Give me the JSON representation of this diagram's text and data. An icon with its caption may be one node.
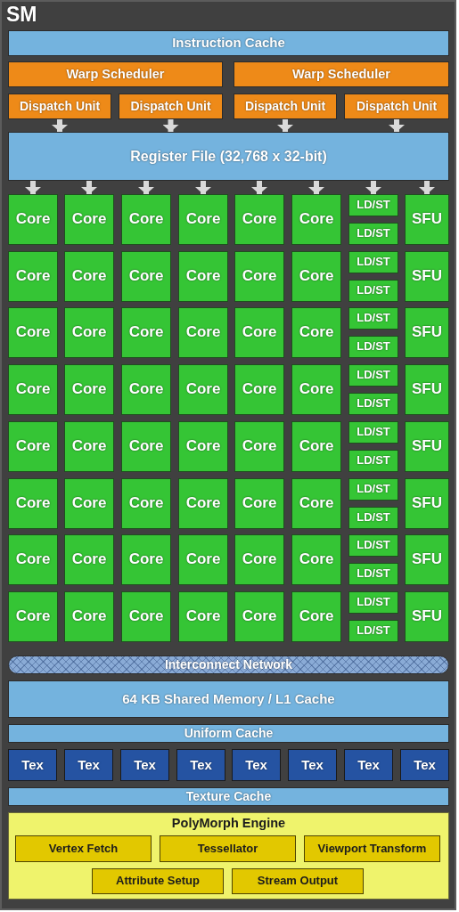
{
  "diagram": {
    "nodes": [
      {
        "text": [
          "SM"
        ]
      },
      {
        "text": [
          "Instruction Cache"
        ],
        "in": 0
      },
      {
        "text": [
          "Warp Scheduler"
        ],
        "in": 0
      },
      {
        "text": [
          "Warp Scheduler"
        ],
        "in": 0
      },
      {
        "text": [
          "Dispatch Unit"
        ],
        "in": 0
      },
      {
        "text": [
          "Dispatch Unit"
        ],
        "in": 0
      },
      {
        "text": [
          "Dispatch Unit"
        ],
        "in": 0
      },
      {
        "text": [
          "Dispatch Unit"
        ],
        "in": 0
      },
      {
        "text": [
          "Register File (32,768 x 32-bit)"
        ],
        "in": 0
      },
      {
        "text": [
          "Core"
        ],
        "in": 0
      },
      {
        "text": [
          "Core"
        ],
        "in": 0
      },
      {
        "text": [
          "Core"
        ],
        "in": 0
      },
      {
        "text": [
          "Core"
        ],
        "in": 0
      },
      {
        "text": [
          "Core"
        ],
        "in": 0
      },
      {
        "text": [
          "Core"
        ],
        "in": 0
      },
      {
        "text": [
          "LD/ST"
        ],
        "in": 0
      },
      {
        "text": [
          "LD/ST"
        ],
        "in": 0
      },
      {
        "text": [
          "SFU"
        ],
        "in": 0
      },
      {
        "text": [
          "Core"
        ],
        "in": 0
      },
      {
        "text": [
          "Core"
        ],
        "in": 0
      },
      {
        "text": [
          "Core"
        ],
        "in": 0
      },
      {
        "text": [
          "Core"
        ],
        "in": 0
      },
      {
        "text": [
          "Core"
        ],
        "in": 0
      },
      {
        "text": [
          "Core"
        ],
        "in": 0
      },
      {
        "text": [
          "LD/ST"
        ],
        "in": 0
      },
      {
        "text": [
          "LD/ST"
        ],
        "in": 0
      },
      {
        "text": [
          "SFU"
        ],
        "in": 0
      },
      {
        "text": [
          "Core"
        ],
        "in": 0
      },
      {
        "text": [
          "Core"
        ],
        "in": 0
      },
      {
        "text": [
          "Core"
        ],
        "in": 0
      },
      {
        "text": [
          "Core"
        ],
        "in": 0
      },
      {
        "text": [
          "Core"
        ],
        "in": 0
      },
      {
        "text": [
          "Core"
        ],
        "in": 0
      },
      {
        "text": [
          "LD/ST"
        ],
        "in": 0
      },
      {
        "text": [
          "LD/ST"
        ],
        "in": 0
      },
      {
        "text": [
          "SFU"
        ],
        "in": 0
      },
      {
        "text": [
          "Core"
        ],
        "in": 0
      },
      {
        "text": [
          "Core"
        ],
        "in": 0
      },
      {
        "text": [
          "Core"
        ],
        "in": 0
      },
      {
        "text": [
          "Core"
        ],
        "in": 0
      },
      {
        "text": [
          "Core"
        ],
        "in": 0
      },
      {
        "text": [
          "Core"
        ],
        "in": 0
      },
      {
        "text": [
          "LD/ST"
        ],
        "in": 0
      },
      {
        "text": [
          "LD/ST"
        ],
        "in": 0
      },
      {
        "text": [
          "SFU"
        ],
        "in": 0
      },
      {
        "text": [
          "Core"
        ],
        "in": 0
      },
      {
        "text": [
          "Core"
        ],
        "in": 0
      },
      {
        "text": [
          "Core"
        ],
        "in": 0
      },
      {
        "text": [
          "Core"
        ],
        "in": 0
      },
      {
        "text": [
          "Core"
        ],
        "in": 0
      },
      {
        "text": [
          "Core"
        ],
        "in": 0
      },
      {
        "text": [
          "LD/ST"
        ],
        "in": 0
      },
      {
        "text": [
          "LD/ST"
        ],
        "in": 0
      },
      {
        "text": [
          "SFU"
        ],
        "in": 0
      },
      {
        "text": [
          "Core"
        ],
        "in": 0
      },
      {
        "text": [
          "Core"
        ],
        "in": 0
      },
      {
        "text": [
          "Core"
        ],
        "in": 0
      },
      {
        "text": [
          "Core"
        ],
        "in": 0
      },
      {
        "text": [
          "Core"
        ],
        "in": 0
      },
      {
        "text": [
          "Core"
        ],
        "in": 0
      },
      {
        "text": [
          "LD/ST"
        ],
        "in": 0
      },
      {
        "text": [
          "LD/ST"
        ],
        "in": 0
      },
      {
        "text": [
          "SFU"
        ],
        "in": 0
      },
      {
        "text": [
          "Core"
        ],
        "in": 0
      },
      {
        "text": [
          "Core"
        ],
        "in": 0
      },
      {
        "text": [
          "Core"
        ],
        "in": 0
      },
      {
        "text": [
          "Core"
        ],
        "in": 0
      },
      {
        "text": [
          "Core"
        ],
        "in": 0
      },
      {
        "text": [
          "Core"
        ],
        "in": 0
      },
      {
        "text": [
          "LD/ST"
        ],
        "in": 0
      },
      {
        "text": [
          "LD/ST"
        ],
        "in": 0
      },
      {
        "text": [
          "SFU"
        ],
        "in": 0
      },
      {
        "text": [
          "Core"
        ],
        "in": 0
      },
      {
        "text": [
          "Core"
        ],
        "in": 0
      },
      {
        "text": [
          "Core"
        ],
        "in": 0
      },
      {
        "text": [
          "Core"
        ],
        "in": 0
      },
      {
        "text": [
          "Core"
        ],
        "in": 0
      },
      {
        "text": [
          "Core"
        ],
        "in": 0
      },
      {
        "text": [
          "LD/ST"
        ],
        "in": 0
      },
      {
        "text": [
          "LD/ST"
        ],
        "in": 0
      },
      {
        "text": [
          "SFU"
        ],
        "in": 0
      },
      {
        "text": [
          "Interconnect Network"
        ],
        "in": 0
      },
      {
        "text": [
          "64 KB Shared Memory / L1 Cache"
        ],
        "in": 0
      },
      {
        "text": [
          "Uniform Cache"
        ],
        "in": 0
      },
      {
        "text": [
          "Tex"
        ],
        "in": 0
      },
      {
        "text": [
          "Tex"
        ],
        "in": 0
      },
      {
        "text": [
          "Tex"
        ],
        "in": 0
      },
      {
        "text": [
          "Tex"
        ],
        "in": 0
      },
      {
        "text": [
          "Tex"
        ],
        "in": 0
      },
      {
        "text": [
          "Tex"
        ],
        "in": 0
      },
      {
        "text": [
          "Tex"
        ],
        "in": 0
      },
      {
        "text": [
          "Tex"
        ],
        "in": 0
      },
      {
        "text": [
          "Texture Cache"
        ],
        "in": 0
      },
      {
        "text": [
          "PolyMorph Engine"
        ],
        "in": 0
      },
      {
        "text": [
          "Vertex Fetch"
        ],
        "in": 93
      },
      {
        "text": [
          "Tessellator"
        ],
        "in": 93
      },
      {
        "text": [
          "Viewport Transform"
        ],
        "in": 93
      },
      {
        "text": [
          "Attribute Setup"
        ],
        "in": 93
      },
      {
        "text": [
          "Stream Output"
        ],
        "in": 93
      }
    ],
    "edges": [
      {
        "from": 4,
        "to": 8,
        "arrow": "to"
      },
      {
        "from": 5,
        "to": 8,
        "arrow": "to"
      },
      {
        "from": 6,
        "to": 8,
        "arrow": "to"
      },
      {
        "from": 7,
        "to": 8,
        "arrow": "to"
      },
      {
        "from": 8,
        "to": 9,
        "arrow": "to"
      },
      {
        "from": 8,
        "to": 10,
        "arrow": "to"
      },
      {
        "from": 8,
        "to": 11,
        "arrow": "to"
      },
      {
        "from": 8,
        "to": 12,
        "arrow": "to"
      },
      {
        "from": 8,
        "to": 13,
        "arrow": "to"
      },
      {
        "from": 8,
        "to": 14,
        "arrow": "to"
      },
      {
        "from": 8,
        "to": 15,
        "arrow": "to"
      },
      {
        "from": 8,
        "to": 17,
        "arrow": "to"
      }
    ]
  }
}
